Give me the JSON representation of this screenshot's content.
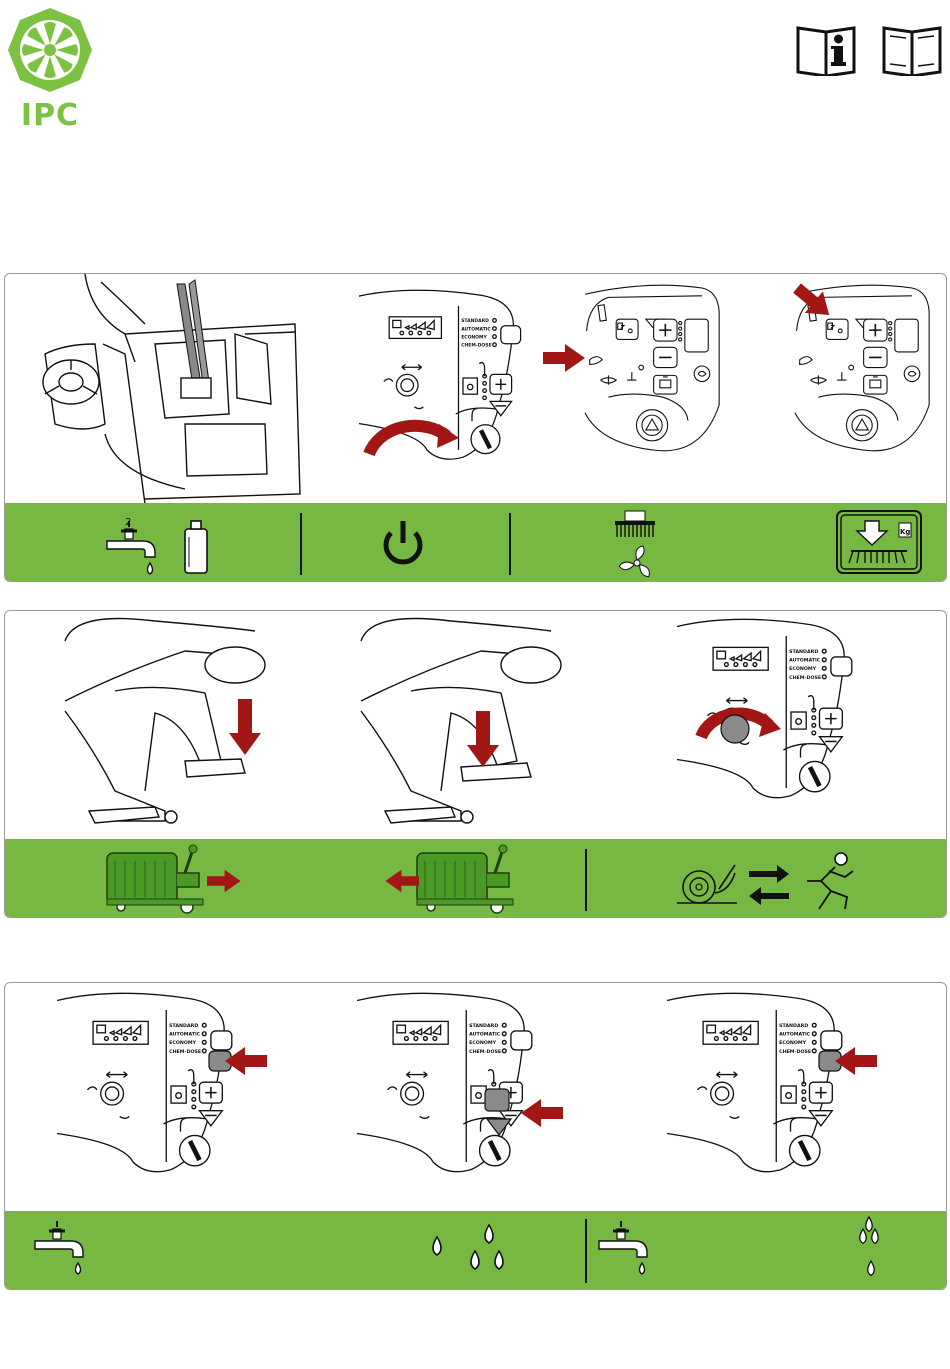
{
  "brand": {
    "name": "IPC",
    "logo_color": "#7cc242"
  },
  "header_icons": [
    {
      "name": "manual-info-icon"
    },
    {
      "name": "manual-book-icon"
    }
  ],
  "colors": {
    "band_green": "#77b843",
    "arrow_red": "#a31616"
  },
  "control_panel": {
    "modes": [
      "STANDARD",
      "AUTOMATIC",
      "ECONOMY",
      "CHEM-DOSE"
    ],
    "kg_label": "Kg",
    "tap_level": "2"
  },
  "sections": [
    {
      "id": "startup",
      "steps": [
        "fill-tanks",
        "key-on",
        "select-brush-function",
        "adjust-brush-pressure"
      ],
      "band_icons": [
        "water-tap-icon",
        "detergent-bottle-icon",
        "power-icon",
        "brush-icon",
        "fan-icon",
        "brush-pressure-icon"
      ]
    },
    {
      "id": "drive",
      "steps": [
        "pedal-forward",
        "pedal-reverse",
        "speed-knob"
      ],
      "band_icons": [
        "machine-forward-icon",
        "machine-reverse-icon",
        "slow-snail-icon",
        "fast-runner-icon"
      ]
    },
    {
      "id": "water",
      "steps": [
        "water-mode-button",
        "water-flow-plus-minus",
        "water-mode-button"
      ],
      "band_icons": [
        "water-tap-icon",
        "water-drops-more-icon",
        "water-tap-icon",
        "water-drops-less-icon"
      ]
    }
  ]
}
